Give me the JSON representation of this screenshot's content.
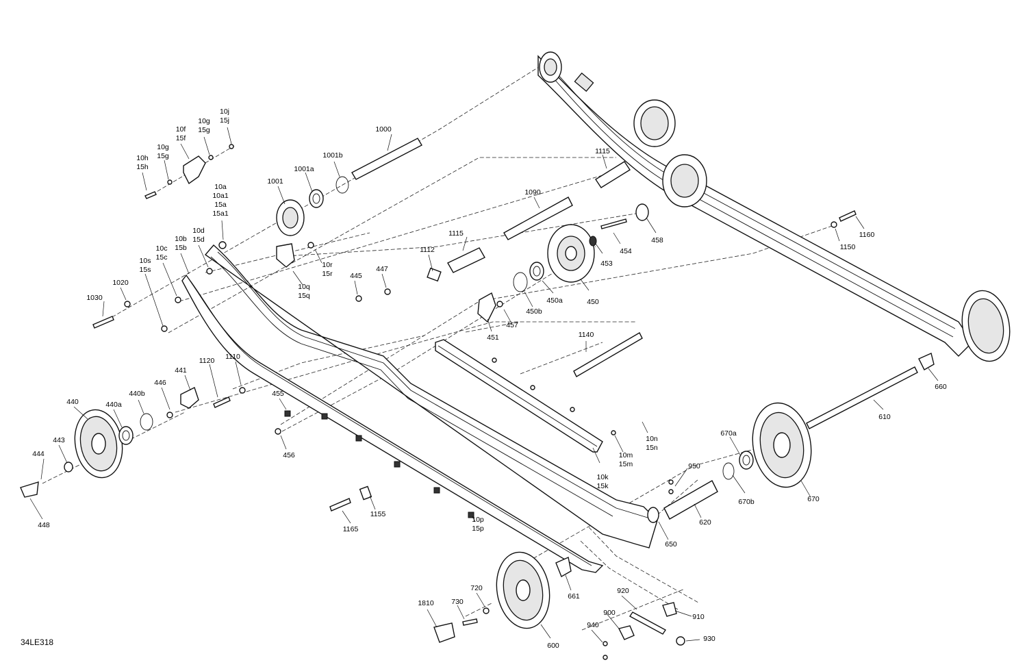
{
  "diagram": {
    "code": "34LE318",
    "labels": [
      {
        "id": "1000",
        "lines": [
          "1000"
        ]
      },
      {
        "id": "1001",
        "lines": [
          "1001"
        ]
      },
      {
        "id": "1001a",
        "lines": [
          "1001a"
        ]
      },
      {
        "id": "1001b",
        "lines": [
          "1001b"
        ]
      },
      {
        "id": "10j",
        "lines": [
          "10j",
          "15j"
        ]
      },
      {
        "id": "10g-top",
        "lines": [
          "10g",
          "15g"
        ]
      },
      {
        "id": "10f",
        "lines": [
          "10f",
          "15f"
        ]
      },
      {
        "id": "10g-left",
        "lines": [
          "10g",
          "15g"
        ]
      },
      {
        "id": "10h",
        "lines": [
          "10h",
          "15h"
        ]
      },
      {
        "id": "10a",
        "lines": [
          "10a",
          "10a1",
          "15a",
          "15a1"
        ]
      },
      {
        "id": "10d",
        "lines": [
          "10d",
          "15d"
        ]
      },
      {
        "id": "10b",
        "lines": [
          "10b",
          "15b"
        ]
      },
      {
        "id": "10c",
        "lines": [
          "10c",
          "15c"
        ]
      },
      {
        "id": "10s",
        "lines": [
          "10s",
          "15s"
        ]
      },
      {
        "id": "1020",
        "lines": [
          "1020"
        ]
      },
      {
        "id": "1030",
        "lines": [
          "1030"
        ]
      },
      {
        "id": "10r",
        "lines": [
          "10r",
          "15r"
        ]
      },
      {
        "id": "10q",
        "lines": [
          "10q",
          "15q"
        ]
      },
      {
        "id": "445",
        "lines": [
          "445"
        ]
      },
      {
        "id": "447",
        "lines": [
          "447"
        ]
      },
      {
        "id": "1112",
        "lines": [
          "1112"
        ]
      },
      {
        "id": "1115-top",
        "lines": [
          "1115"
        ]
      },
      {
        "id": "1115-mid",
        "lines": [
          "1115"
        ]
      },
      {
        "id": "1090",
        "lines": [
          "1090"
        ]
      },
      {
        "id": "454",
        "lines": [
          "454"
        ]
      },
      {
        "id": "453",
        "lines": [
          "453"
        ]
      },
      {
        "id": "458",
        "lines": [
          "458"
        ]
      },
      {
        "id": "450",
        "lines": [
          "450"
        ]
      },
      {
        "id": "450a",
        "lines": [
          "450a"
        ]
      },
      {
        "id": "450b",
        "lines": [
          "450b"
        ]
      },
      {
        "id": "451",
        "lines": [
          "451"
        ]
      },
      {
        "id": "457",
        "lines": [
          "457"
        ]
      },
      {
        "id": "1150",
        "lines": [
          "1150"
        ]
      },
      {
        "id": "1160",
        "lines": [
          "1160"
        ]
      },
      {
        "id": "1140",
        "lines": [
          "1140"
        ]
      },
      {
        "id": "660",
        "lines": [
          "660"
        ]
      },
      {
        "id": "610",
        "lines": [
          "610"
        ]
      },
      {
        "id": "441",
        "lines": [
          "441"
        ]
      },
      {
        "id": "1120",
        "lines": [
          "1120"
        ]
      },
      {
        "id": "1110",
        "lines": [
          "1110"
        ]
      },
      {
        "id": "446",
        "lines": [
          "446"
        ]
      },
      {
        "id": "440",
        "lines": [
          "440"
        ]
      },
      {
        "id": "440a",
        "lines": [
          "440a"
        ]
      },
      {
        "id": "440b",
        "lines": [
          "440b"
        ]
      },
      {
        "id": "443",
        "lines": [
          "443"
        ]
      },
      {
        "id": "444",
        "lines": [
          "444"
        ]
      },
      {
        "id": "448",
        "lines": [
          "448"
        ]
      },
      {
        "id": "455",
        "lines": [
          "455"
        ]
      },
      {
        "id": "456",
        "lines": [
          "456"
        ]
      },
      {
        "id": "10n",
        "lines": [
          "10n",
          "15n"
        ]
      },
      {
        "id": "10m",
        "lines": [
          "10m",
          "15m"
        ]
      },
      {
        "id": "10k",
        "lines": [
          "10k",
          "15k"
        ]
      },
      {
        "id": "670a",
        "lines": [
          "670a"
        ]
      },
      {
        "id": "670b",
        "lines": [
          "670b"
        ]
      },
      {
        "id": "670",
        "lines": [
          "670"
        ]
      },
      {
        "id": "950",
        "lines": [
          "950"
        ]
      },
      {
        "id": "620",
        "lines": [
          "620"
        ]
      },
      {
        "id": "650",
        "lines": [
          "650"
        ]
      },
      {
        "id": "1155",
        "lines": [
          "1155"
        ]
      },
      {
        "id": "1165",
        "lines": [
          "1165"
        ]
      },
      {
        "id": "10p",
        "lines": [
          "10p",
          "15p"
        ]
      },
      {
        "id": "661",
        "lines": [
          "661"
        ]
      },
      {
        "id": "720",
        "lines": [
          "720"
        ]
      },
      {
        "id": "730",
        "lines": [
          "730"
        ]
      },
      {
        "id": "1810",
        "lines": [
          "1810"
        ]
      },
      {
        "id": "600",
        "lines": [
          "600"
        ]
      },
      {
        "id": "920",
        "lines": [
          "920"
        ]
      },
      {
        "id": "900",
        "lines": [
          "900"
        ]
      },
      {
        "id": "910",
        "lines": [
          "910"
        ]
      },
      {
        "id": "940",
        "lines": [
          "940"
        ]
      },
      {
        "id": "930",
        "lines": [
          "930"
        ]
      }
    ]
  }
}
